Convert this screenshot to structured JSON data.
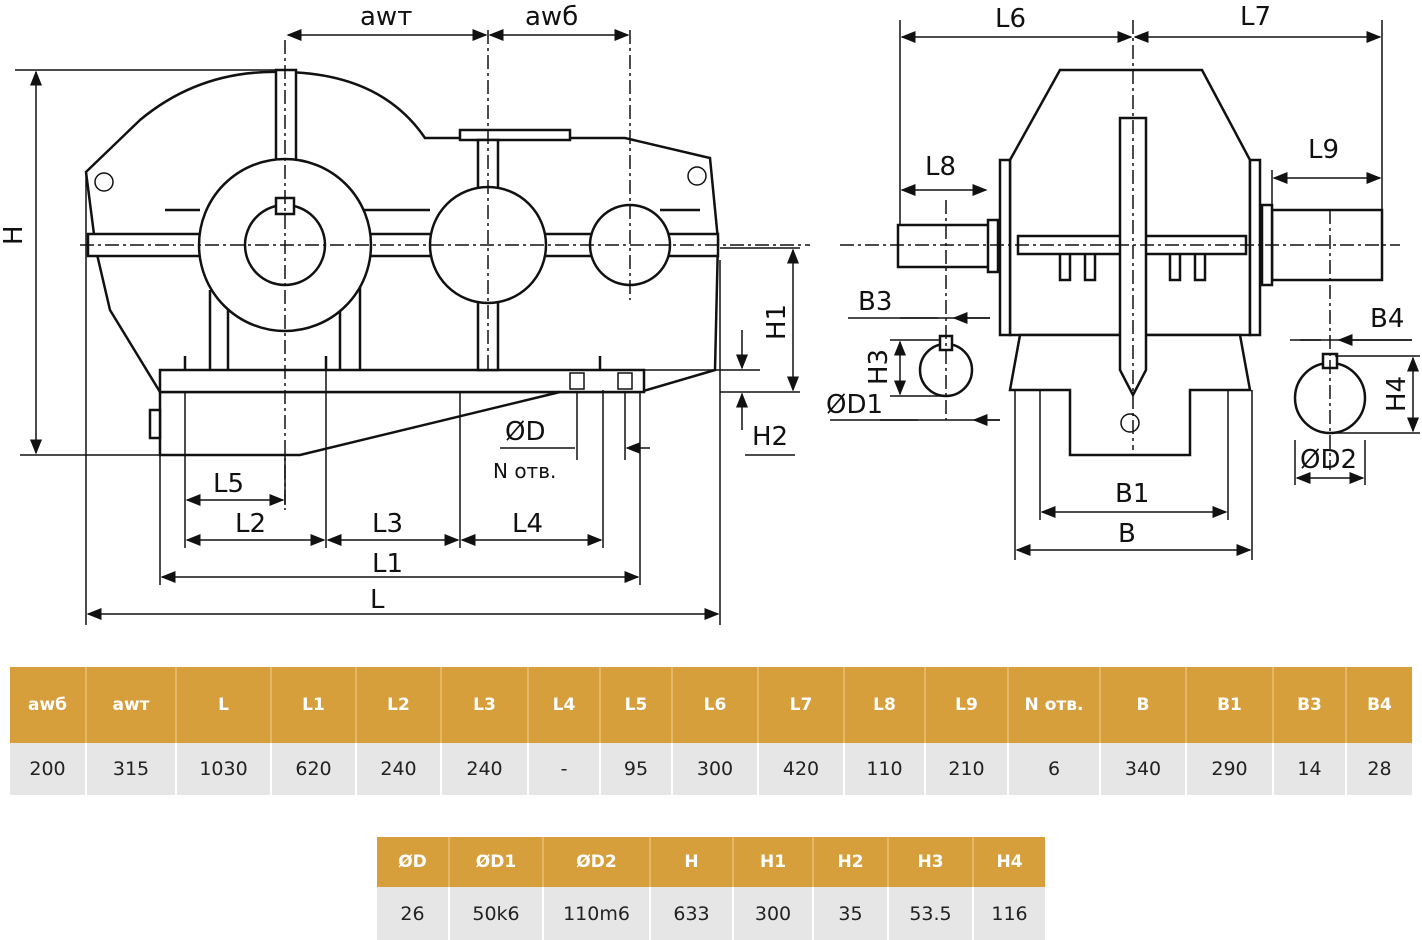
{
  "drawing": {
    "labels": {
      "awt": "awт",
      "awb": "awб",
      "H": "H",
      "H1": "H1",
      "H2": "H2",
      "L": "L",
      "L1": "L1",
      "L2": "L2",
      "L3": "L3",
      "L4": "L4",
      "L5": "L5",
      "D": "ØD",
      "N": "N отв.",
      "L6": "L6",
      "L7": "L7",
      "L8": "L8",
      "L9": "L9",
      "B3": "B3",
      "H3": "H3",
      "D1": "ØD1",
      "B4": "B4",
      "H4": "H4",
      "D2": "ØD2",
      "B1": "B1",
      "B": "B"
    }
  },
  "table1": {
    "headers": [
      "awб",
      "awт",
      "L",
      "L1",
      "L2",
      "L3",
      "L4",
      "L5",
      "L6",
      "L7",
      "L8",
      "L9",
      "N отв.",
      "B",
      "B1",
      "B3",
      "B4"
    ],
    "values": [
      "200",
      "315",
      "1030",
      "620",
      "240",
      "240",
      "-",
      "95",
      "300",
      "420",
      "110",
      "210",
      "6",
      "340",
      "290",
      "14",
      "28"
    ]
  },
  "table2": {
    "headers": [
      "ØD",
      "ØD1",
      "ØD2",
      "H",
      "H1",
      "H2",
      "H3",
      "H4"
    ],
    "values": [
      "26",
      "50k6",
      "110m6",
      "633",
      "300",
      "35",
      "53.5",
      "116"
    ]
  },
  "colors": {
    "header_bg": "#d69f3c",
    "cell_bg": "#e6e6e6"
  }
}
